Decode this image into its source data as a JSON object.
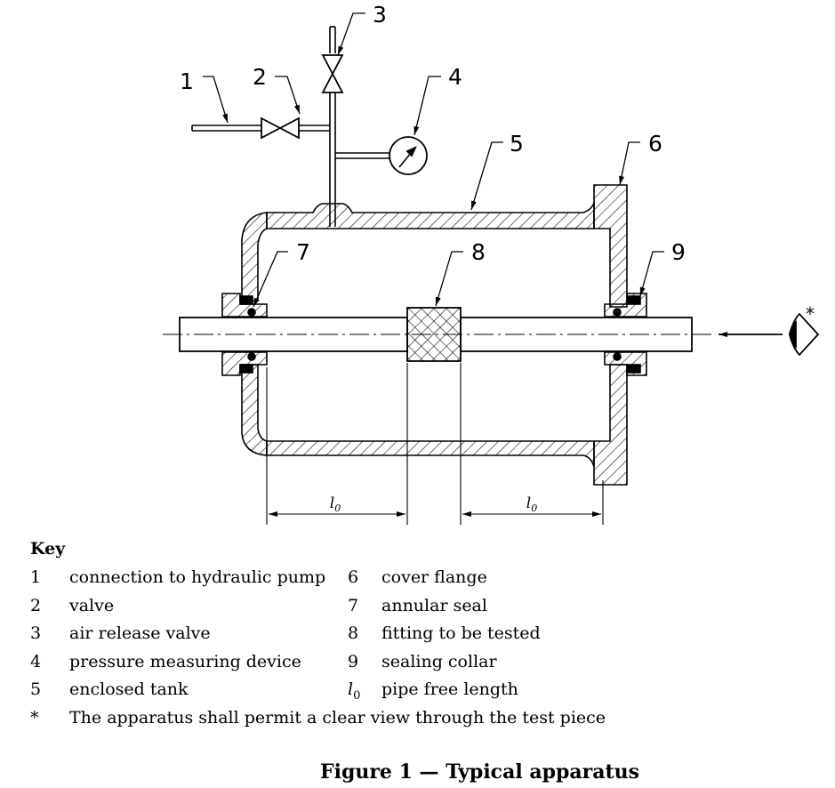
{
  "diagram": {
    "callouts": [
      "1",
      "2",
      "3",
      "4",
      "5",
      "6",
      "7",
      "8",
      "9"
    ],
    "dimension_label": "l0",
    "view_marker": "*"
  },
  "key": {
    "heading": "Key",
    "left_column": [
      {
        "num": "1",
        "text": "connection to hydraulic pump"
      },
      {
        "num": "2",
        "text": "valve"
      },
      {
        "num": "3",
        "text": "air release valve"
      },
      {
        "num": "4",
        "text": "pressure measuring device"
      },
      {
        "num": "5",
        "text": "enclosed tank"
      },
      {
        "num": "*",
        "text": "The apparatus shall permit a clear view through the test piece"
      }
    ],
    "right_column": [
      {
        "num": "6",
        "text": "cover flange"
      },
      {
        "num": "7",
        "text": "annular seal"
      },
      {
        "num": "8",
        "text": "fitting to be tested"
      },
      {
        "num": "9",
        "text": "sealing collar"
      },
      {
        "num": "l0",
        "text": "pipe free length"
      }
    ]
  },
  "caption": "Figure 1 — Typical apparatus"
}
